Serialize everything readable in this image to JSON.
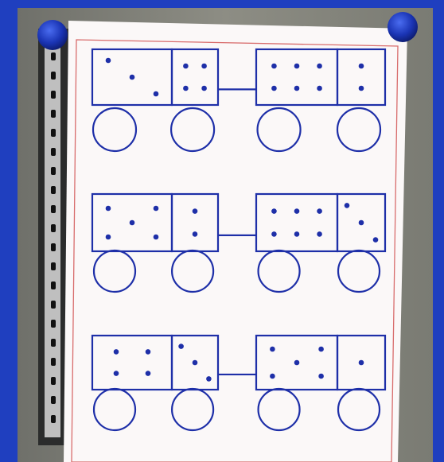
{
  "scene": {
    "description_hidden": "",
    "colors": {
      "frame": "#1f3fbf",
      "wall": "#8a8a80",
      "paper": "#fbf8f8",
      "ink": "#1e2fa8",
      "margin_line": "#d86c6c",
      "magnet": "#1a34b4"
    }
  },
  "worksheet": {
    "rows": [
      {
        "left_car": {
          "left_box_dots": 3,
          "right_box_dots": 4
        },
        "right_car": {
          "left_box_dots": 6,
          "right_box_dots": 2
        }
      },
      {
        "left_car": {
          "left_box_dots": 5,
          "right_box_dots": 2
        },
        "right_car": {
          "left_box_dots": 6,
          "right_box_dots": 3
        }
      },
      {
        "left_car": {
          "left_box_dots": 4,
          "right_box_dots": 3
        },
        "right_car": {
          "left_box_dots": 5,
          "right_box_dots": 1
        }
      }
    ]
  }
}
